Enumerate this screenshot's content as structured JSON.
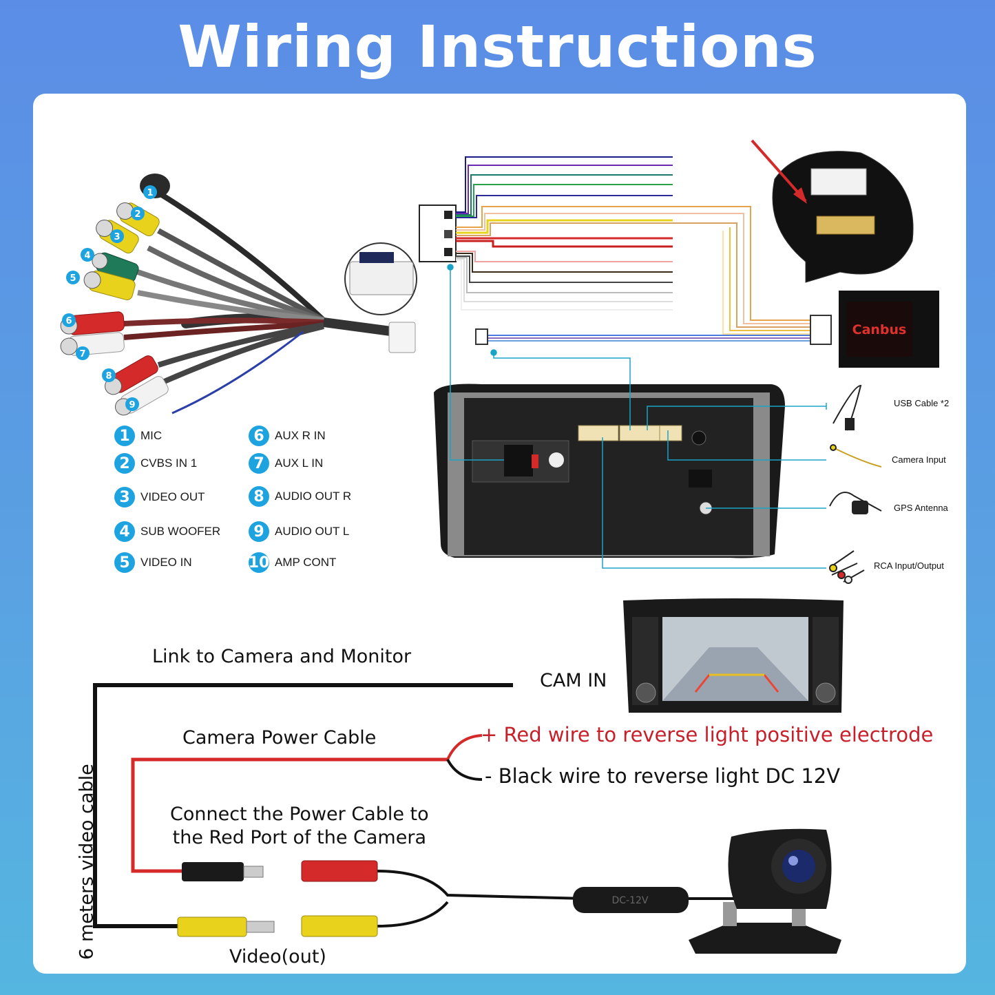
{
  "title": "Wiring Instructions",
  "legend": [
    {
      "num": "1",
      "label": "MIC"
    },
    {
      "num": "2",
      "label": "CVBS IN 1"
    },
    {
      "num": "3",
      "label": "VIDEO OUT"
    },
    {
      "num": "4",
      "label": "SUB WOOFER"
    },
    {
      "num": "5",
      "label": "VIDEO IN"
    },
    {
      "num": "6",
      "label": "AUX R IN"
    },
    {
      "num": "7",
      "label": "AUX L IN"
    },
    {
      "num": "8",
      "label": "AUDIO OUT R"
    },
    {
      "num": "9",
      "label": "AUDIO OUT L"
    },
    {
      "num": "10",
      "label": "AMP CONT"
    }
  ],
  "canbus": "Canbus",
  "accessories": {
    "usb": "USB Cable *2",
    "camera_input": "Camera Input",
    "gps": "GPS Antenna",
    "rca": "RCA Input/Output"
  },
  "camera": {
    "link_label": "Link to Camera and Monitor",
    "cam_in": "CAM IN",
    "power_cable": "Camera Power Cable",
    "red_wire": "Red wire to reverse light positive electrode",
    "black_wire": "Black wire to reverse light DC 12V",
    "plus": "+",
    "minus": "-",
    "connect_line1": "Connect the Power Cable to",
    "connect_line2": "the Red Port of the Camera",
    "video_cable": "6 meters video cable",
    "video_out": "Video(out)",
    "dc": "DC-12V"
  },
  "colors": {
    "header_bg": "#5b8de6",
    "badge": "#1da3e0",
    "wire_red": "#d42a2a",
    "red_text": "#c8202a",
    "canbus_text": "#e0312c"
  }
}
